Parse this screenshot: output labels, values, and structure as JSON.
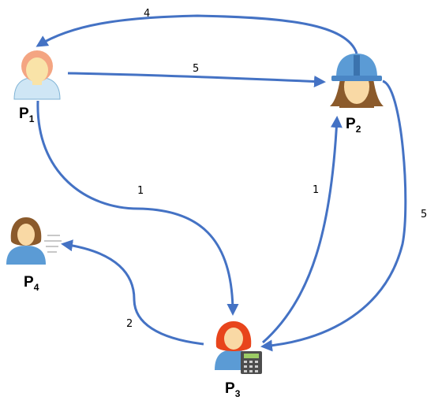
{
  "nodes": [
    {
      "id": "p1",
      "label": "P",
      "sub": "1",
      "icon": "person-light-icon"
    },
    {
      "id": "p2",
      "label": "P",
      "sub": "2",
      "icon": "construction-worker-icon"
    },
    {
      "id": "p3",
      "label": "P",
      "sub": "3",
      "icon": "accountant-calculator-icon"
    },
    {
      "id": "p4",
      "label": "P",
      "sub": "4",
      "icon": "person-speaking-icon"
    }
  ],
  "edges": [
    {
      "from": "p2",
      "to": "p1",
      "label": "4"
    },
    {
      "from": "p1",
      "to": "p2",
      "label": "5"
    },
    {
      "from": "p1",
      "to": "p3",
      "label": "1"
    },
    {
      "from": "p3",
      "to": "p2",
      "label": "1"
    },
    {
      "from": "p2",
      "to": "p3",
      "label": "5"
    },
    {
      "from": "p3",
      "to": "p4",
      "label": "2"
    }
  ],
  "colors": {
    "edge": "#4472c4",
    "hair_p1": "#f4a582",
    "skin": "#f9d9a5",
    "hardhat": "#5b9bd5",
    "hair_p3": "#e8451c",
    "hair_p2": "#7b4a1e"
  }
}
